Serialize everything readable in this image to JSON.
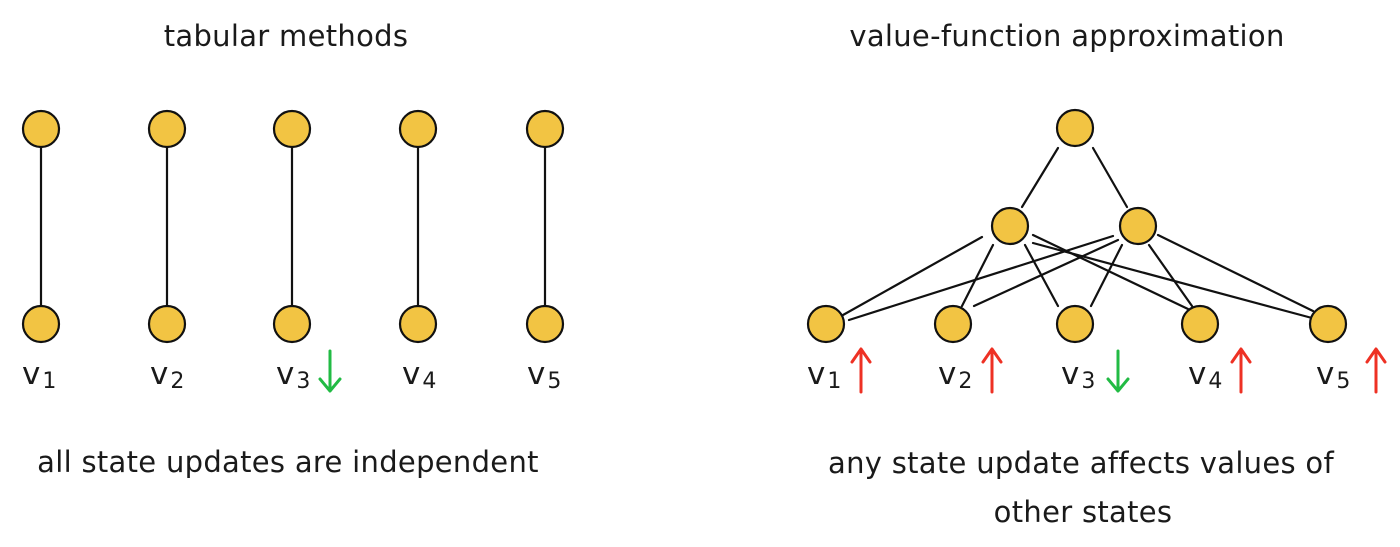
{
  "colors": {
    "node_fill": "#f2c443",
    "line": "#111111",
    "arrow_up": "#ee3124",
    "arrow_down": "#22bb44",
    "text": "#1a1a1a"
  },
  "left_panel": {
    "title": "tabular methods",
    "caption": "all state updates are independent",
    "states": [
      {
        "symbol": "v",
        "index": "1",
        "arrow": "none"
      },
      {
        "symbol": "v",
        "index": "2",
        "arrow": "none"
      },
      {
        "symbol": "v",
        "index": "3",
        "arrow": "down"
      },
      {
        "symbol": "v",
        "index": "4",
        "arrow": "none"
      },
      {
        "symbol": "v",
        "index": "5",
        "arrow": "none"
      }
    ]
  },
  "right_panel": {
    "title": "value-function approximation",
    "caption_line1": "any state update affects values of",
    "caption_line2": "other states",
    "states": [
      {
        "symbol": "v",
        "index": "1",
        "arrow": "up"
      },
      {
        "symbol": "v",
        "index": "2",
        "arrow": "up"
      },
      {
        "symbol": "v",
        "index": "3",
        "arrow": "down"
      },
      {
        "symbol": "v",
        "index": "4",
        "arrow": "up"
      },
      {
        "symbol": "v",
        "index": "5",
        "arrow": "up"
      }
    ]
  }
}
